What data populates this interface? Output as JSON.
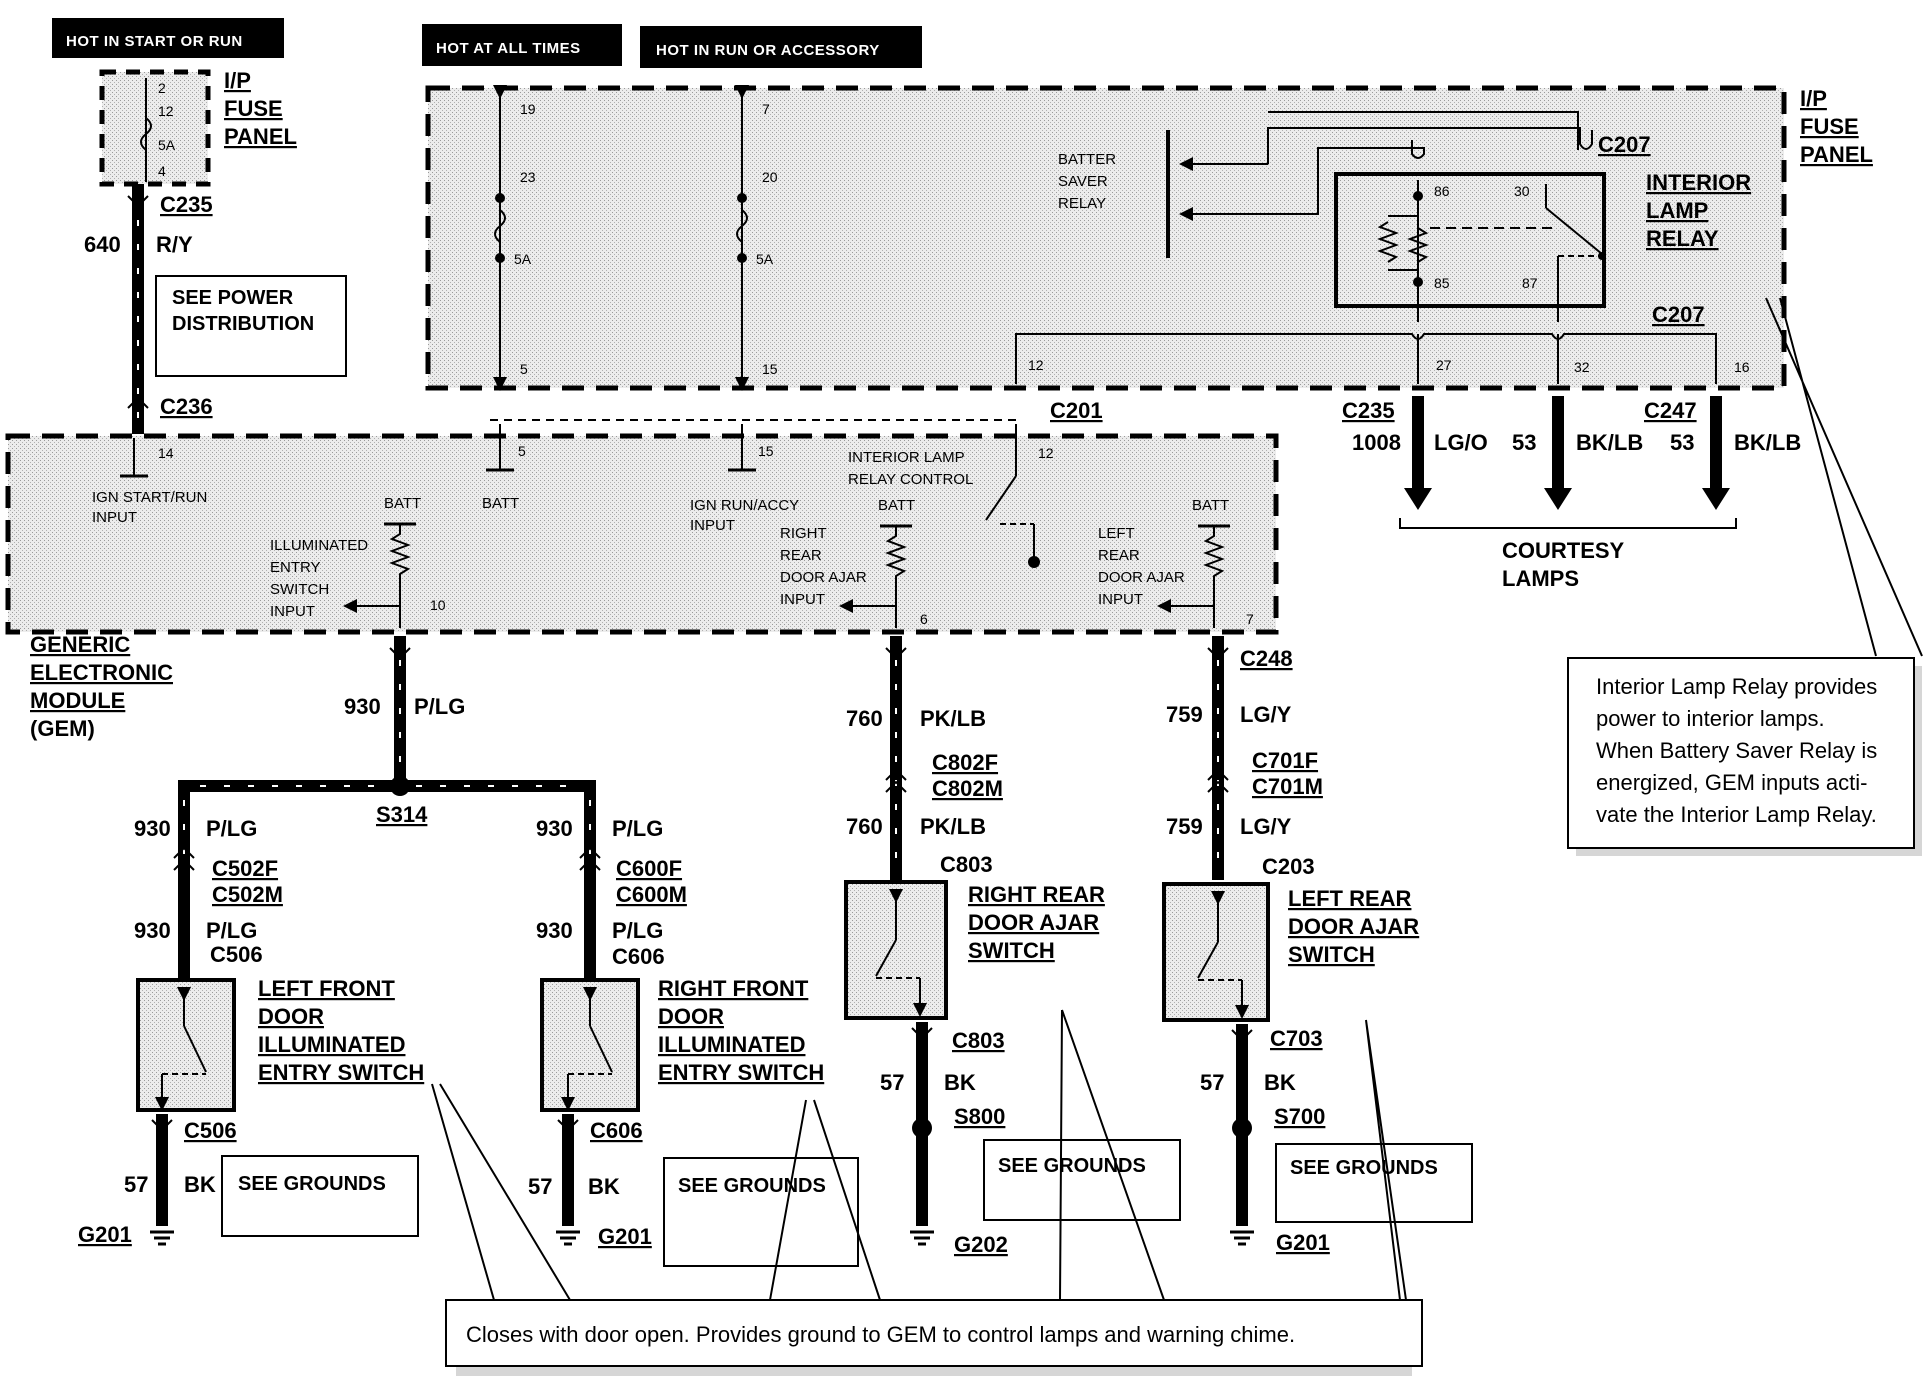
{
  "headers": {
    "hot_start_run": "HOT IN START OR RUN",
    "hot_all_times": "HOT AT ALL TIMES",
    "hot_run_accessory": "HOT IN RUN OR ACCESSORY"
  },
  "fuse_panel_left": {
    "title": [
      "I/P",
      "FUSE",
      "PANEL"
    ],
    "pins": [
      "2",
      "12",
      "5A",
      "4"
    ]
  },
  "fuse_panel_right": {
    "title": [
      "I/P",
      "FUSE",
      "PANEL"
    ],
    "fuse1": {
      "top": "19",
      "mid": "23",
      "amp": "5A",
      "bottom": "5"
    },
    "fuse2": {
      "top": "7",
      "mid": "20",
      "amp": "5A",
      "bottom": "15"
    },
    "battery_saver_relay": [
      "BATTER",
      "SAVER",
      "RELAY"
    ],
    "interior_lamp_relay": [
      "INTERIOR",
      "LAMP",
      "RELAY"
    ],
    "relay_pins": [
      "86",
      "30",
      "85",
      "87"
    ],
    "connector_top": "C207",
    "connector_bottom": "C207",
    "output_pins": [
      "12",
      "27",
      "32",
      "16"
    ]
  },
  "left_feed": {
    "c235": "C235",
    "circuit": "640",
    "color": "R/Y",
    "see_power": [
      "SEE POWER",
      "DISTRIBUTION"
    ],
    "c236": "C236"
  },
  "courtesy": {
    "c235": "C235",
    "c247": "C247",
    "w1_circuit": "1008",
    "w1_color": "LG/O",
    "w2_circuit": "53",
    "w2_color": "BK/LB",
    "w3_circuit": "53",
    "w3_color": "BK/LB",
    "label": [
      "COURTESY",
      "LAMPS"
    ]
  },
  "gem": {
    "c201": "C201",
    "pin14": "14",
    "pin5": "5",
    "pin15": "15",
    "pin12": "12",
    "pin10": "10",
    "pin6": "6",
    "pin7": "7",
    "ign_start": [
      "IGN START/RUN",
      "INPUT"
    ],
    "batt": "BATT",
    "illum_entry": [
      "ILLUMINATED",
      "ENTRY",
      "SWITCH",
      "INPUT"
    ],
    "ign_run": [
      "IGN RUN/ACCY",
      "INPUT"
    ],
    "int_lamp_ctrl": [
      "INTERIOR LAMP",
      "RELAY CONTROL"
    ],
    "right_rear": [
      "RIGHT",
      "REAR",
      "DOOR AJAR",
      "INPUT"
    ],
    "left_rear": [
      "LEFT",
      "REAR",
      "DOOR AJAR",
      "INPUT"
    ],
    "name": [
      "GENERIC",
      "ELECTRONIC",
      "MODULE",
      "(GEM)"
    ]
  },
  "branch_main": {
    "circuit": "930",
    "color": "P/LG",
    "splice": "S314"
  },
  "left_front": {
    "circuit": "930",
    "color": "P/LG",
    "conn_f": "C502F",
    "conn_m": "C502M",
    "circuit2": "930",
    "color2": "P/LG",
    "c_top": "C506",
    "c_bot": "C506",
    "label": [
      "LEFT FRONT",
      "DOOR",
      "ILLUMINATED",
      "ENTRY SWITCH"
    ],
    "gnd_circuit": "57",
    "gnd_color": "BK",
    "see_grounds": "SEE GROUNDS",
    "ground": "G201"
  },
  "right_front": {
    "circuit": "930",
    "color": "P/LG",
    "conn_f": "C600F",
    "conn_m": "C600M",
    "circuit2": "930",
    "color2": "P/LG",
    "c_top": "C606",
    "c_bot": "C606",
    "label": [
      "RIGHT FRONT",
      "DOOR",
      "ILLUMINATED",
      "ENTRY SWITCH"
    ],
    "gnd_circuit": "57",
    "gnd_color": "BK",
    "see_grounds": "SEE GROUNDS",
    "ground": "G201"
  },
  "right_rear": {
    "circuit": "760",
    "color": "PK/LB",
    "conn_f": "C802F",
    "conn_m": "C802M",
    "circuit2": "760",
    "color2": "PK/LB",
    "c_top": "C803",
    "c_bot": "C803",
    "label": [
      "RIGHT REAR",
      "DOOR AJAR",
      "SWITCH"
    ],
    "gnd_circuit": "57",
    "gnd_color": "BK",
    "splice": "S800",
    "see_grounds": "SEE GROUNDS",
    "ground": "G202"
  },
  "left_rear": {
    "c248": "C248",
    "circuit": "759",
    "color": "LG/Y",
    "conn_f": "C701F",
    "conn_m": "C701M",
    "circuit2": "759",
    "color2": "LG/Y",
    "c_top": "C203",
    "c_bot": "C703",
    "label": [
      "LEFT REAR",
      "DOOR AJAR",
      "SWITCH"
    ],
    "gnd_circuit": "57",
    "gnd_color": "BK",
    "splice": "S700",
    "see_grounds": "SEE GROUNDS",
    "ground": "G201"
  },
  "notes": {
    "relay_note": [
      "Interior Lamp Relay provides",
      "power to interior lamps.",
      "When Battery Saver Relay is",
      "energized, GEM inputs acti-",
      "vate the Interior Lamp Relay."
    ],
    "switch_note": "Closes with door open. Provides ground to GEM to control lamps and warning chime."
  }
}
